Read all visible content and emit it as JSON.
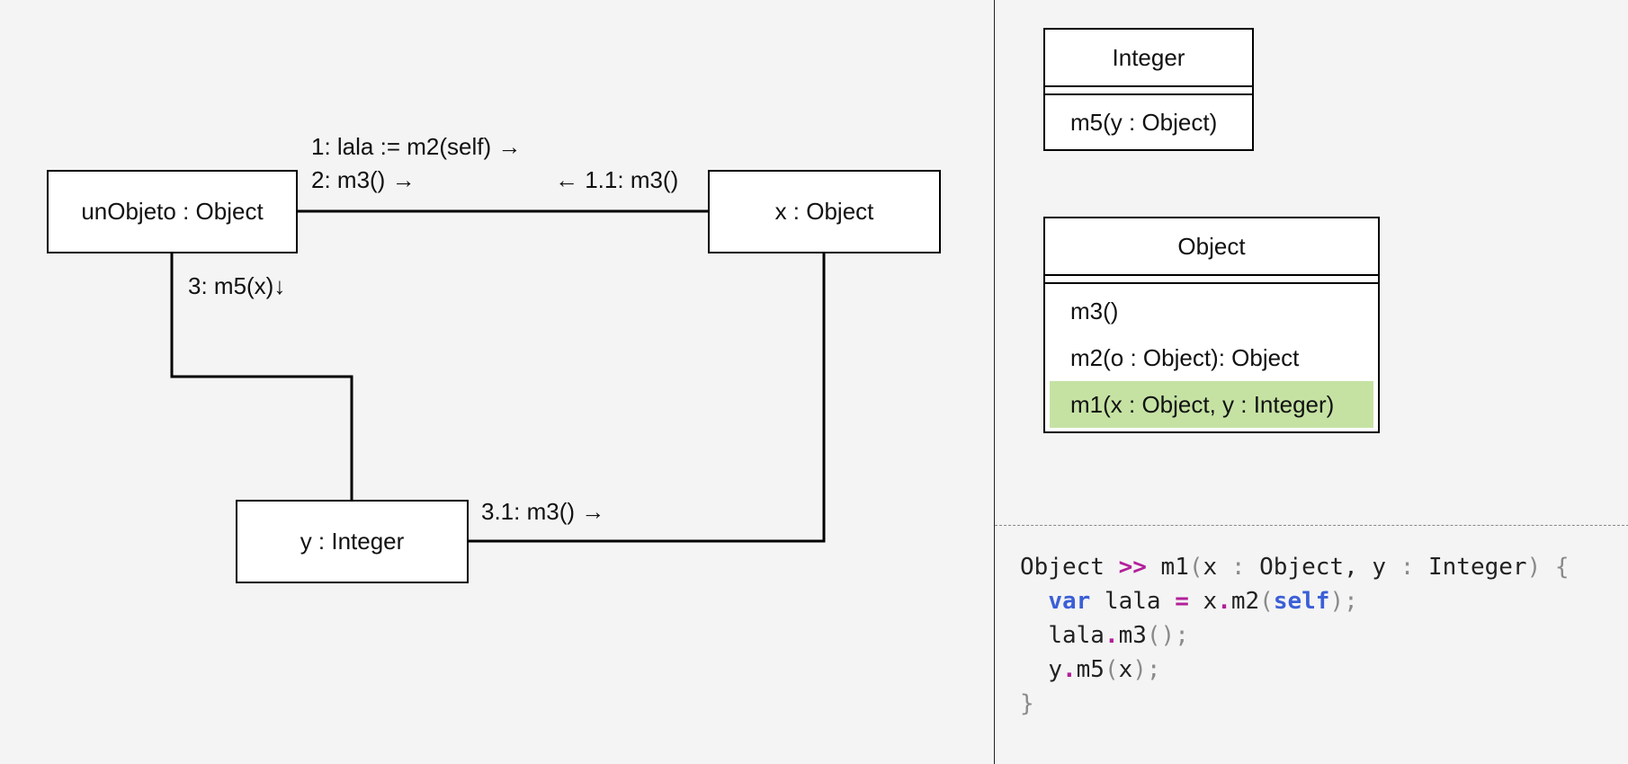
{
  "diagram": {
    "objects": {
      "unobjeto": "unObjeto : Object",
      "x": "x : Object",
      "y": "y : Integer"
    },
    "messages": {
      "m1": "1: lala := m2(self) →",
      "m2": "2: m3() →",
      "m11": "← 1.1: m3()",
      "m3": "3: m5(x)↓",
      "m31": "3.1: m3() →"
    }
  },
  "classes": {
    "integer": {
      "name": "Integer",
      "methods": [
        "m5(y : Object)"
      ]
    },
    "object": {
      "name": "Object",
      "methods": [
        "m3()",
        "m2(o : Object): Object",
        "m1(x : Object, y : Integer)"
      ],
      "highlighted_method": "m1(x : Object, y : Integer)"
    }
  },
  "code": {
    "l1": {
      "cls": "Object",
      "op": ">>",
      "sel": "m1",
      "lp": "(",
      "a1": "x",
      "c1": ":",
      "t1": "Object",
      "comma": ",",
      "a2": "y",
      "c2": ":",
      "t2": "Integer",
      "rp": ")",
      "brace": "{"
    },
    "l2": {
      "kw": "var",
      "name": "lala",
      "eq": "=",
      "recv": "x",
      "dot": ".",
      "msg": "m2",
      "lp": "(",
      "arg": "self",
      "rp": ")",
      "semi": ";"
    },
    "l3": {
      "recv": "lala",
      "dot": ".",
      "msg": "m3",
      "parens": "()",
      "semi": ";"
    },
    "l4": {
      "recv": "y",
      "dot": ".",
      "msg": "m5",
      "lp": "(",
      "arg": "x",
      "rp": ")",
      "semi": ";"
    },
    "l5": {
      "brace": "}"
    }
  },
  "colors": {
    "highlight": "#c5e2a3",
    "keyword": "#3b5fd6",
    "operator": "#b21f9a",
    "punctuation": "#8a8a8a"
  }
}
